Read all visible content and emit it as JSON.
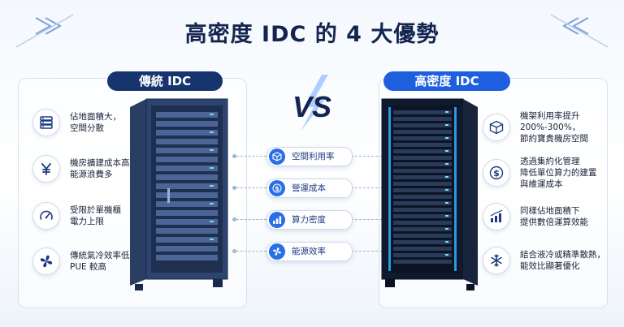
{
  "title": "高密度 IDC 的 4 大優勢",
  "left_panel": {
    "label": "傳統 IDC",
    "features": [
      {
        "icon": "server-list-icon",
        "text": "佔地面積大，\n空間分散"
      },
      {
        "icon": "yen-icon",
        "text": "機房擴建成本高，\n能源浪費多"
      },
      {
        "icon": "speedometer-icon",
        "text": "受限於單機櫃\n電力上限"
      },
      {
        "icon": "fan-icon",
        "text": "傳統氣冷效率低，\nPUE 較高"
      }
    ]
  },
  "right_panel": {
    "label": "高密度 IDC",
    "features": [
      {
        "icon": "cube-icon",
        "text": "機架利用率提升\n200%-300%，\n節約寶貴機房空間"
      },
      {
        "icon": "dollar-icon",
        "text": "透過集約化管理\n降低單位算力的建置\n與維運成本"
      },
      {
        "icon": "bar-chart-icon",
        "text": "同樣佔地面積下\n提供數倍運算效能"
      },
      {
        "icon": "snowflake-icon",
        "text": "結合液冷或精準散熱，\n能效比顯著優化"
      }
    ]
  },
  "vs_text": "VS",
  "comparisons": [
    {
      "icon": "cube-icon",
      "label": "空間利用率"
    },
    {
      "icon": "dollar-icon",
      "label": "營運成本"
    },
    {
      "icon": "bar-chart-icon",
      "label": "算力密度"
    },
    {
      "icon": "fan-icon",
      "label": "能源效率"
    }
  ],
  "colors": {
    "navy": "#13254f",
    "accent": "#1e5fe0",
    "rack_dark": "#1c2d4c",
    "glow": "#2fb4ff"
  }
}
